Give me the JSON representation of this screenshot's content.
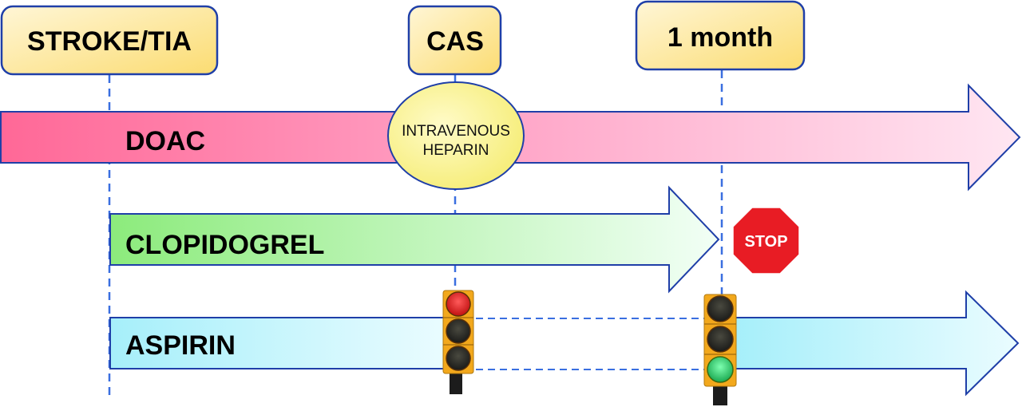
{
  "milestones": [
    {
      "label": "STROKE/TIA"
    },
    {
      "label": "CAS"
    },
    {
      "label": "1 month"
    }
  ],
  "therapies": {
    "doac": {
      "label": "DOAC",
      "color_start": "#ff6b9a",
      "color_end": "#ffe0ee"
    },
    "clopidogrel": {
      "label": "CLOPIDOGREL",
      "color_start": "#90ee80",
      "color_end": "#f0fff4"
    },
    "aspirin": {
      "label": "ASPIRIN",
      "color_start": "#a8f0fa",
      "color_end": "#e8fcff"
    }
  },
  "heparin": {
    "line1": "INTRAVENOUS",
    "line2": "HEPARIN"
  },
  "stop_sign": {
    "label": "STOP",
    "color": "#e81c24"
  },
  "traffic_lights": [
    {
      "state": "red"
    },
    {
      "state": "green"
    }
  ],
  "colors": {
    "outline": "#1f3fa8",
    "dash": "#3a6fe0",
    "box_fill": "#fde38a"
  }
}
